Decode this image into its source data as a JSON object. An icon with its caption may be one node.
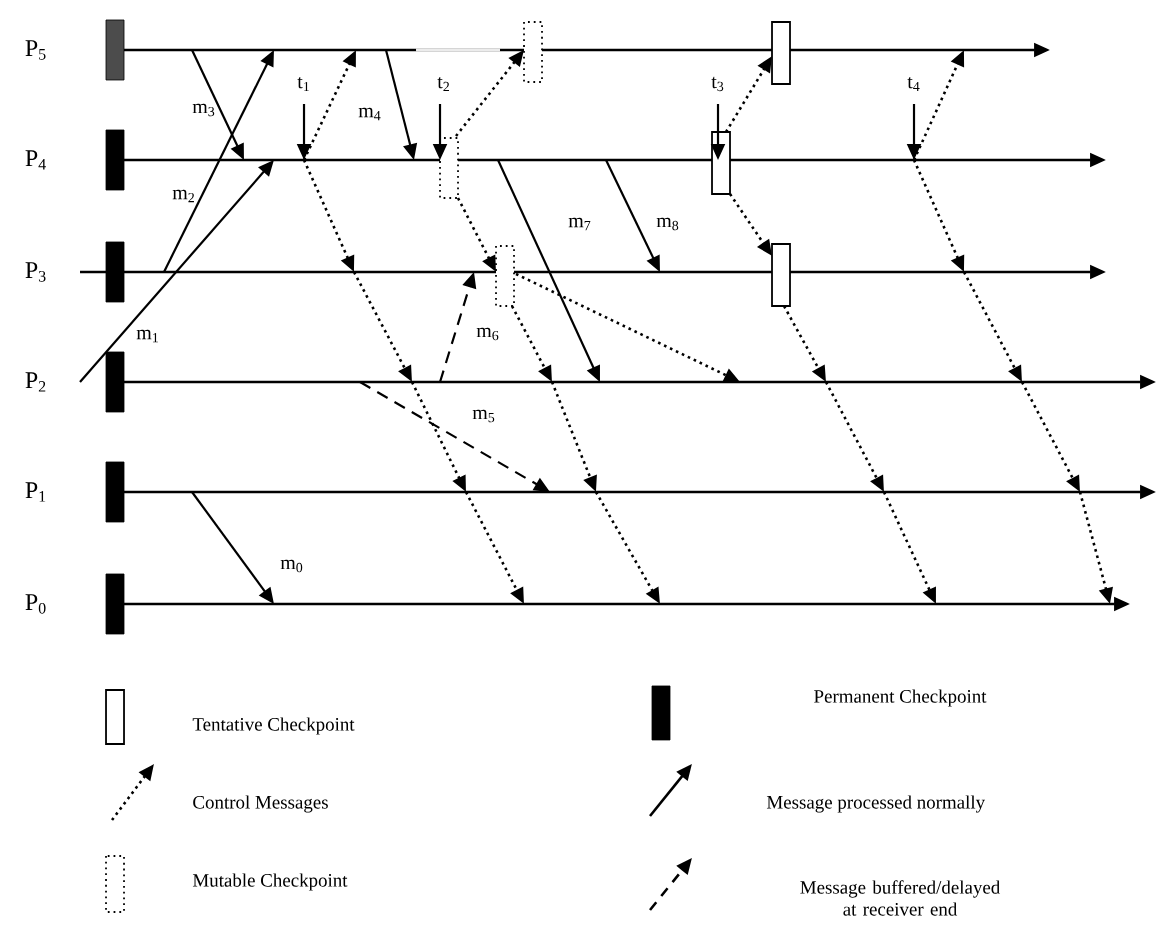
{
  "diagram": {
    "labels": [
      "P$_{5}$",
      "m$_{3}$",
      "t$_{1}$",
      "m$_{4}$",
      "t$_{2}$",
      "t$_{3}$",
      "t$_{4}$",
      "P$_{4}$",
      "m$_{2}$",
      "m$_{7}$",
      "m$_{8}$",
      "P$_{3}$",
      "m$_{1}$",
      "m$_{6}$",
      "P$_{2}$",
      "m$_{5}$",
      "P$_{1}$",
      "m$_{0}$",
      "P$_{0}$"
    ],
    "legend": [
      {
        "text": "Tentative Checkpoint"
      },
      {
        "text": "Permanent Checkpoint"
      },
      {
        "text": "Control Messages"
      },
      {
        "text": "Message processed normally"
      },
      {
        "text": "Mutable Checkpoint"
      },
      {
        "text": "Message buffered/delayed at receiver end"
      }
    ]
  }
}
